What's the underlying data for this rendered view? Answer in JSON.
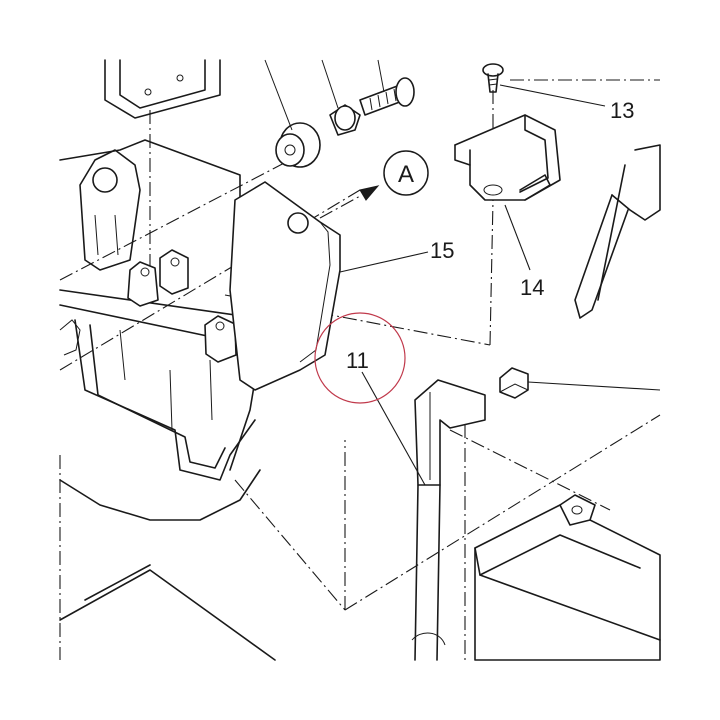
{
  "callouts": {
    "c11": "11",
    "c13": "13",
    "c14": "14",
    "c15": "15"
  },
  "view_marker": "A",
  "colors": {
    "line": "#1a1a1a",
    "highlight_circle": "#c0394b",
    "background": "#ffffff"
  }
}
